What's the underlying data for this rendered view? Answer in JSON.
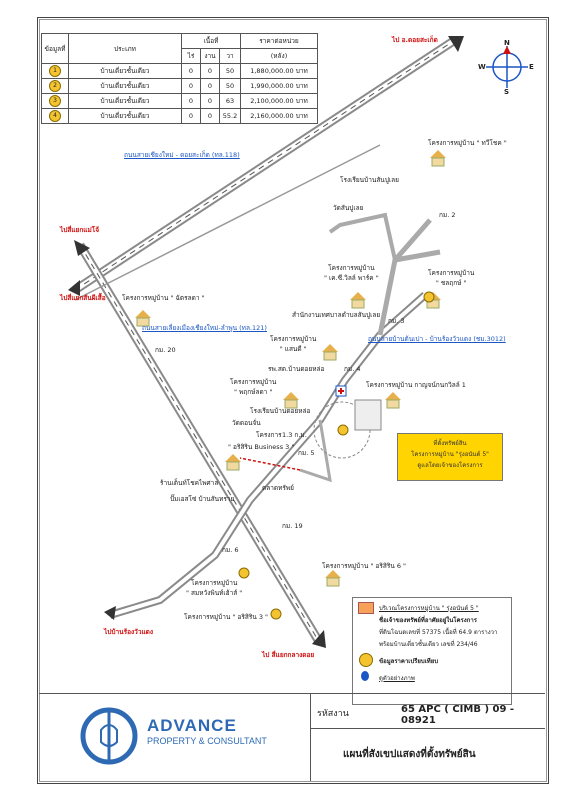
{
  "table": {
    "headers": [
      "ข้อมูลที่",
      "ประเภท",
      "เนื้อที่",
      "ราคาต่อหน่วย"
    ],
    "subheaders": [
      "ไร่",
      "งาน",
      "วา",
      "(หลัง)"
    ],
    "rows": [
      {
        "no": "1",
        "type": "บ้านเดี่ยวชั้นเดียว",
        "rai": "0",
        "ngan": "0",
        "wa": "50",
        "price": "1,880,000.00 บาท"
      },
      {
        "no": "2",
        "type": "บ้านเดี่ยวชั้นเดียว",
        "rai": "0",
        "ngan": "0",
        "wa": "50",
        "price": "1,990,000.00 บาท"
      },
      {
        "no": "3",
        "type": "บ้านเดี่ยวชั้นเดียว",
        "rai": "0",
        "ngan": "0",
        "wa": "63",
        "price": "2,100,000.00 บาท"
      },
      {
        "no": "4",
        "type": "บ้านเดี่ยวชั้นเดียว",
        "rai": "0",
        "ngan": "0",
        "wa": "55.2",
        "price": "2,160,000.00 บาท"
      }
    ]
  },
  "compass": {
    "n": "N",
    "s": "S",
    "e": "E",
    "w": "W"
  },
  "labels": {
    "to_doi_saket": "ไป อ.ดอยสะเก็ด",
    "to_chiangmai_doisaket_road": "ถนนสายเชียงใหม่ - ดอยสะเก็ด (ทล.118)",
    "proj_thawichot": "โครงการหมู่บ้าน \" ทวีโชค \"",
    "school_ban_sanpuloei": "โรงเรียนบ้านสันปูเลย",
    "wat_sanpuloei": "วัดสันปูเลย",
    "km2": "กม. 2",
    "to_maejo": "ไปสี่แยกแม่โจ้",
    "to_sankamphaeng": "ไปสี่แยกสันผีเสื้อ",
    "proj_chatchai": "โครงการหมู่บ้าน \" ฉัตรลดา \"",
    "proj_dcondo": "โครงการหมู่บ้าน\n\" เค.ซี.วิลล์ พาร์ค \"",
    "proj_yanyong": "โครงการหมู่บ้าน\n\" ชลฤกษ์ \"",
    "road_bypass": "ถนนสายเลี่ยงเมืองเชียงใหม่-ลำพูน (ทล.121)",
    "sao_office": "สำนักงานเทศบาลตำบลสันปูเลย",
    "km3": "กม. 3",
    "road_sanpuloei": "ถนนสายบ้านต้นเปา - บ้านร้องวัวแดง (ชม.3012)",
    "km20": "กม. 20",
    "proj_saenrak": "โครงการหมู่บ้าน\n\" แสนดี \"",
    "hospital": "รพ.สต.บ้านดอยหล่อ",
    "km4": "กม. 4",
    "proj_punya": "โครงการหมู่บ้าน กาญจน์กนกวิลล์ 1",
    "proj_phuang": "โครงการหมู่บ้าน\n\" พฤกษ์ลดา \"",
    "school_sanpuloei": "โรงเรียนบ้านดอยหล่อ",
    "distance": "1.3 ก.ม.",
    "wat_maekhao": "วัดดอนจั่น",
    "project_area": "โครงการ",
    "proj_arisiri": "\" อริสิริน Business 3 \"",
    "km5": "กม. 5",
    "shop_sanpuloei": "ร้านเต็นท์โชคไพศาล",
    "gas_station": "ปั๊มเอสโซ่ บ้านสันทราย",
    "market": "ตลาดทรัพย์",
    "km19": "กม. 19",
    "km6": "กม. 6",
    "proj_arisiri6": "โครงการหมู่บ้าน \" อริสิริน 6 \"",
    "proj_somwang": "โครงการหมู่บ้าน\n\" สมหวังพินท์เฮ้าส์ \"",
    "proj_arisiri3": "โครงการหมู่บ้าน \" อริสิริน 3 \"",
    "to_banmaejo": "ไปบ้านร้องวัวแดง",
    "to_sanpatong": "ไป สี่แยกกลางดอย"
  },
  "callout": {
    "line1": "ที่ตั้งทรัพย์สิน",
    "line2": "โครงการหมู่บ้าน \"รุ่งอนันต์ 5\"",
    "line3": "ดูแลโดยเจ้าของโครงการ"
  },
  "legend": {
    "item1": "บริเวณโครงการหมู่บ้าน \" รุ่งอนันต์ 5 \"",
    "item2": "ชื่อเจ้าของทรัพย์ที่อาศัยอยู่ในโครงการ",
    "item3": "ที่ดินโฉนดเลขที่ 57375 เนื้อที่ 64.9 ตารางวา",
    "item4": "พร้อมบ้านเดี่ยวชั้นเดียว เลขที่ 234/46",
    "item5": "ข้อมูลราคาเปรียบเทียบ",
    "item6": "ดูตัวอย่างภาพ"
  },
  "footer": {
    "brand": "ADVANCE",
    "sub": "PROPERTY & CONSULTANT",
    "code_label": "รหัสงาน",
    "code_value": "65 APC ( CIMB ) 09 - 08921",
    "title": "แผนที่สังเขปแสดงที่ตั้งทรัพย์สิน"
  },
  "colors": {
    "marker": "#f4c430",
    "road_main": "#8a8a8a",
    "red_label": "#d01010",
    "blue_label": "#1a56c4",
    "brand": "#2e6ab4",
    "callout": "#ffd400"
  }
}
